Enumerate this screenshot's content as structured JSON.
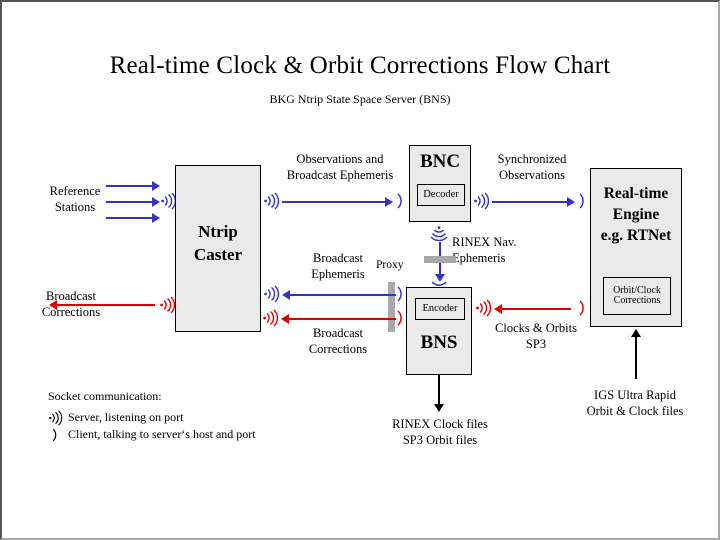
{
  "page": {
    "title": "Real-time Clock & Orbit Corrections Flow Chart",
    "subtitle": "BKG Ntrip State Space Server  (BNS)"
  },
  "colors": {
    "blue": "#3333cc",
    "red": "#dd0000",
    "black": "#000000",
    "box_fill": "#eaeaea",
    "proxy_gray": "#a9a9a9",
    "frame": "#555555"
  },
  "boxes": {
    "ntrip_caster": {
      "title": "Ntrip\nCaster"
    },
    "bnc": {
      "title": "BNC",
      "sub": "Decoder"
    },
    "bns": {
      "title": "BNS",
      "sub": "Encoder"
    },
    "rt_engine": {
      "title": "Real-time\nEngine\ne.g. RTNet",
      "sub_line1": "Orbit/Clock",
      "sub_line2": "Corrections"
    }
  },
  "labels": {
    "reference_stations": "Reference\nStations",
    "broadcast_corrections_left": "Broadcast\nCorrections",
    "observations_and_broadcast_ephemeris": "Observations and\nBroadcast Ephemeris",
    "synchronized_observations": "Synchronized\nObservations",
    "broadcast_ephemeris": "Broadcast\nEphemeris",
    "broadcast_corrections_mid": "Broadcast\nCorrections",
    "proxy": "Proxy",
    "rinex_nav_ephemeris": "RINEX Nav.\nEphemeris",
    "clocks_and_orbits_sp3": "Clocks & Orbits\nSP3",
    "rinex_clock_files": "RINEX Clock files\nSP3 Orbit files",
    "igs_ultra_rapid": "IGS Ultra Rapid\nOrbit & Clock files"
  },
  "legend": {
    "title": "Socket communication:",
    "server": "Server,  listening on port",
    "client": "Client,  talking to server‘s host and port",
    "server_icon": "socket-server-icon",
    "client_icon": "socket-client-icon"
  }
}
